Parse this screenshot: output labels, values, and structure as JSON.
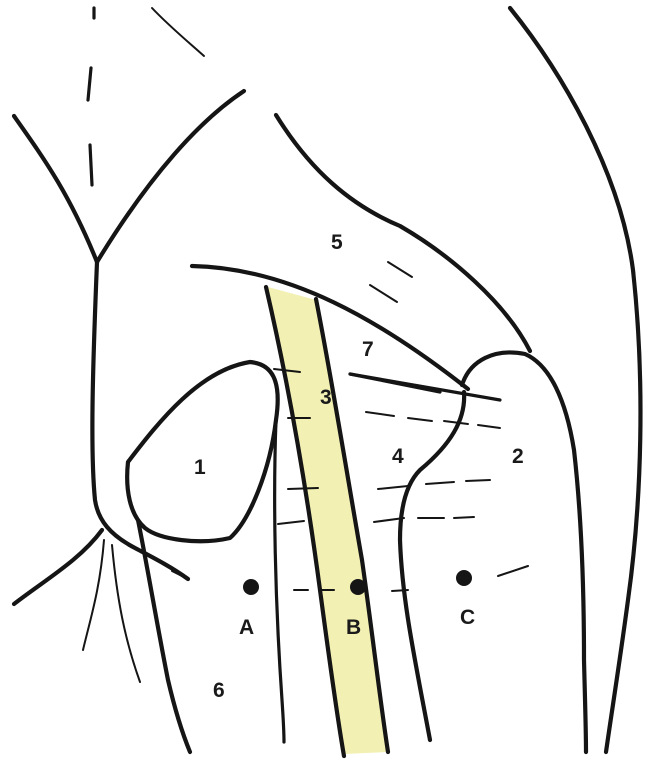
{
  "colors": {
    "ink": "#151515",
    "highlight_fill": "#f2f0b2",
    "background": "#ffffff"
  },
  "labels": {
    "n1": "1",
    "n2": "2",
    "n3": "3",
    "n4": "4",
    "n5": "5",
    "n6": "6",
    "n7": "7",
    "A": "A",
    "B": "B",
    "C": "C"
  }
}
